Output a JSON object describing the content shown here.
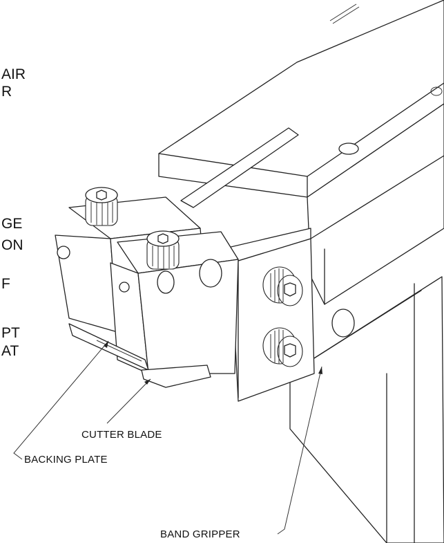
{
  "side_text": [
    "AIR",
    "R",
    "GE",
    "ON",
    "F",
    "PT",
    "AT"
  ],
  "labels": {
    "cutter_blade": "CUTTER BLADE",
    "backing_plate": "BACKING PLATE",
    "band_gripper": "BAND GRIPPER"
  }
}
